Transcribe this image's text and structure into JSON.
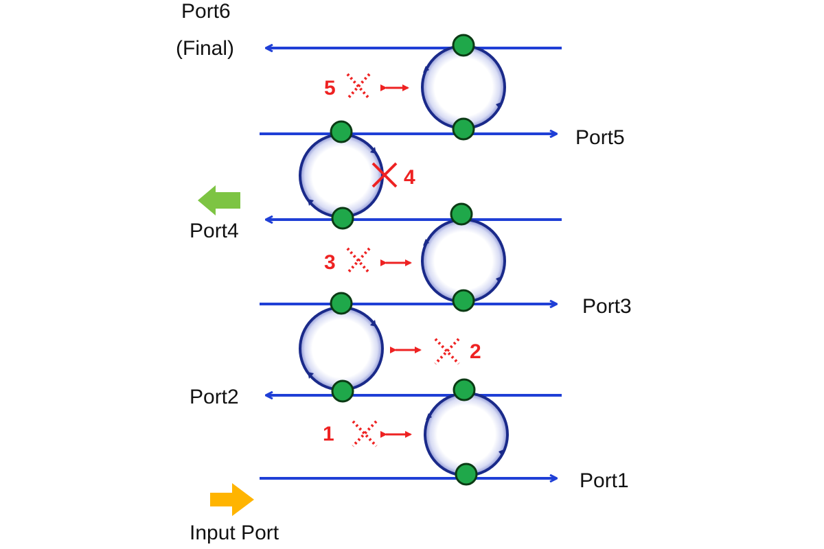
{
  "ports": {
    "port6": "Port6",
    "port6_note": "(Final)",
    "port5": "Port5",
    "port4": "Port4",
    "port3": "Port3",
    "port2": "Port2",
    "port1": "Port1",
    "input": "Input Port"
  },
  "markers": {
    "m1": "1",
    "m2": "2",
    "m3": "3",
    "m4": "4",
    "m5": "5"
  },
  "colors": {
    "waveguide": "#1f3fd6",
    "ring": "#1a2a8a",
    "node": "#1fa84a",
    "marker": "#ee2222",
    "input_arrow": "#ffb400",
    "output_arrow": "#7dc443"
  }
}
